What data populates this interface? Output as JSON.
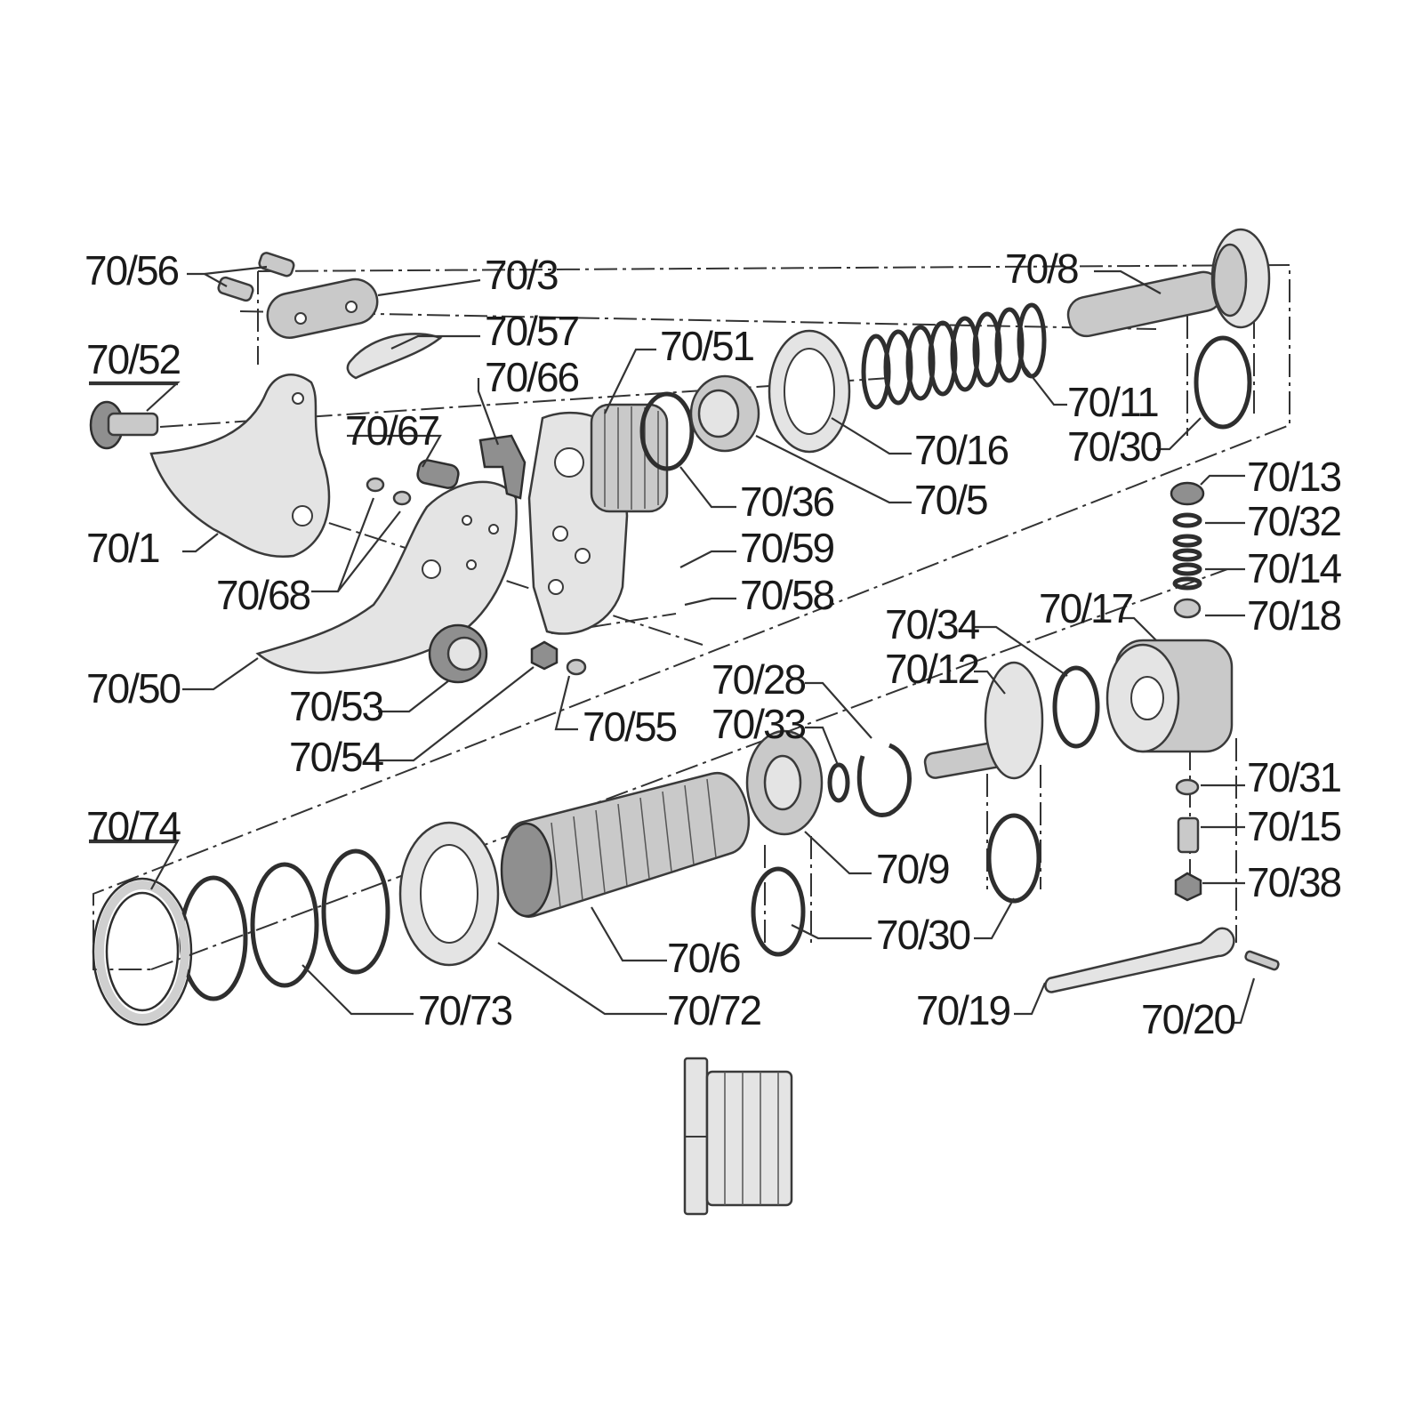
{
  "labels": [
    {
      "id": "l_70_56",
      "text": "70/56"
    },
    {
      "id": "l_70_3",
      "text": "70/3"
    },
    {
      "id": "l_70_8",
      "text": "70/8"
    },
    {
      "id": "l_70_52",
      "text": "70/52"
    },
    {
      "id": "l_70_57",
      "text": "70/57"
    },
    {
      "id": "l_70_51",
      "text": "70/51"
    },
    {
      "id": "l_70_66",
      "text": "70/66"
    },
    {
      "id": "l_70_67",
      "text": "70/67"
    },
    {
      "id": "l_70_11",
      "text": "70/11"
    },
    {
      "id": "l_70_30a",
      "text": "70/30"
    },
    {
      "id": "l_70_16",
      "text": "70/16"
    },
    {
      "id": "l_70_1",
      "text": "70/1"
    },
    {
      "id": "l_70_36",
      "text": "70/36"
    },
    {
      "id": "l_70_5",
      "text": "70/5"
    },
    {
      "id": "l_70_13",
      "text": "70/13"
    },
    {
      "id": "l_70_32",
      "text": "70/32"
    },
    {
      "id": "l_70_59",
      "text": "70/59"
    },
    {
      "id": "l_70_14",
      "text": "70/14"
    },
    {
      "id": "l_70_68",
      "text": "70/68"
    },
    {
      "id": "l_70_58",
      "text": "70/58"
    },
    {
      "id": "l_70_17",
      "text": "70/17"
    },
    {
      "id": "l_70_18",
      "text": "70/18"
    },
    {
      "id": "l_70_34",
      "text": "70/34"
    },
    {
      "id": "l_70_12",
      "text": "70/12"
    },
    {
      "id": "l_70_50",
      "text": "70/50"
    },
    {
      "id": "l_70_28",
      "text": "70/28"
    },
    {
      "id": "l_70_53",
      "text": "70/53"
    },
    {
      "id": "l_70_33",
      "text": "70/33"
    },
    {
      "id": "l_70_55",
      "text": "70/55"
    },
    {
      "id": "l_70_54",
      "text": "70/54"
    },
    {
      "id": "l_70_31",
      "text": "70/31"
    },
    {
      "id": "l_70_74",
      "text": "70/74"
    },
    {
      "id": "l_70_15",
      "text": "70/15"
    },
    {
      "id": "l_70_9",
      "text": "70/9"
    },
    {
      "id": "l_70_38",
      "text": "70/38"
    },
    {
      "id": "l_70_30b",
      "text": "70/30"
    },
    {
      "id": "l_70_6",
      "text": "70/6"
    },
    {
      "id": "l_70_73",
      "text": "70/73"
    },
    {
      "id": "l_70_72",
      "text": "70/72"
    },
    {
      "id": "l_70_19",
      "text": "70/19"
    },
    {
      "id": "l_70_20",
      "text": "70/20"
    }
  ]
}
